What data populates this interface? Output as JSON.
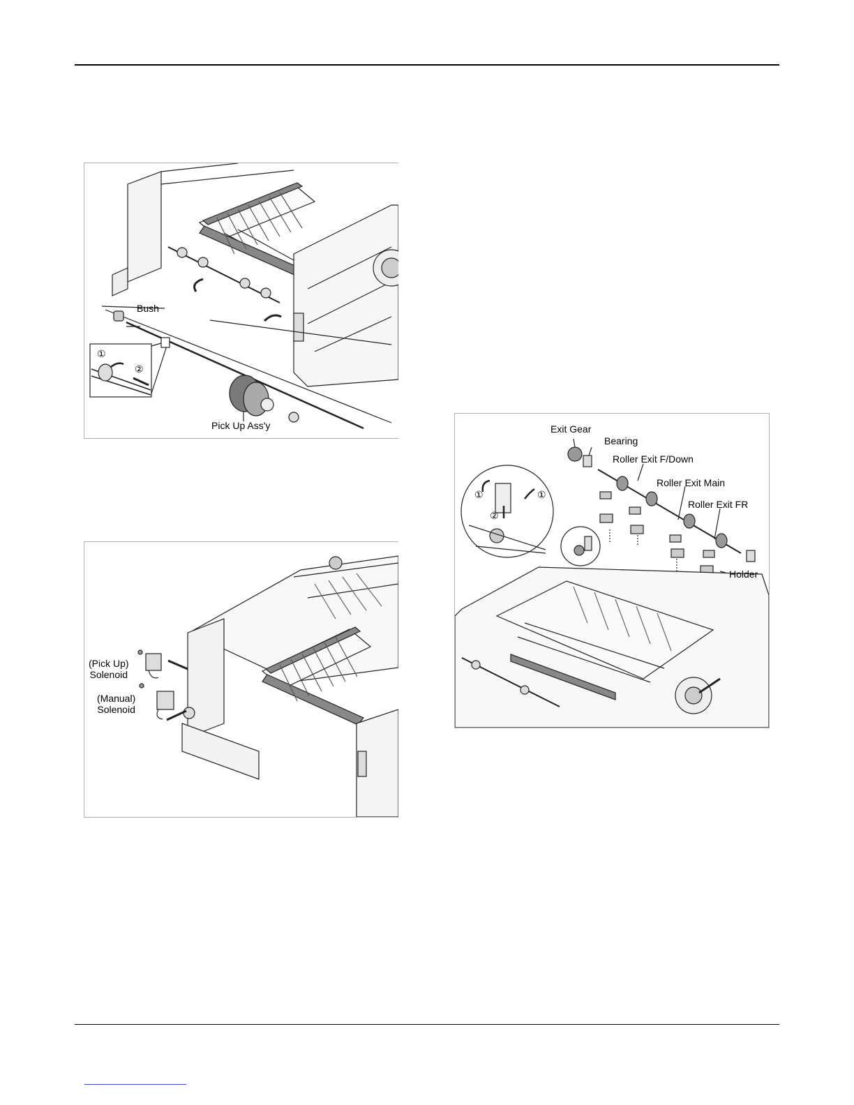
{
  "figure1": {
    "bush_label": "Bush",
    "pickup_label": "Pick Up Ass'y",
    "step1": "①",
    "step2": "②"
  },
  "figure2": {
    "pickup_solenoid_line1": "(Pick Up)",
    "pickup_solenoid_line2": "Solenoid",
    "manual_solenoid_line1": "(Manual)",
    "manual_solenoid_line2": "Solenoid"
  },
  "figure3": {
    "exit_gear_label": "Exit Gear",
    "bearing_label": "Bearing",
    "roller_fdown_label": "Roller Exit F/Down",
    "roller_main_label": "Roller Exit Main",
    "roller_fr_label": "Roller Exit FR",
    "holder_label": "Holder",
    "step1_left": "①",
    "step1_right": "①",
    "step2": "②"
  }
}
